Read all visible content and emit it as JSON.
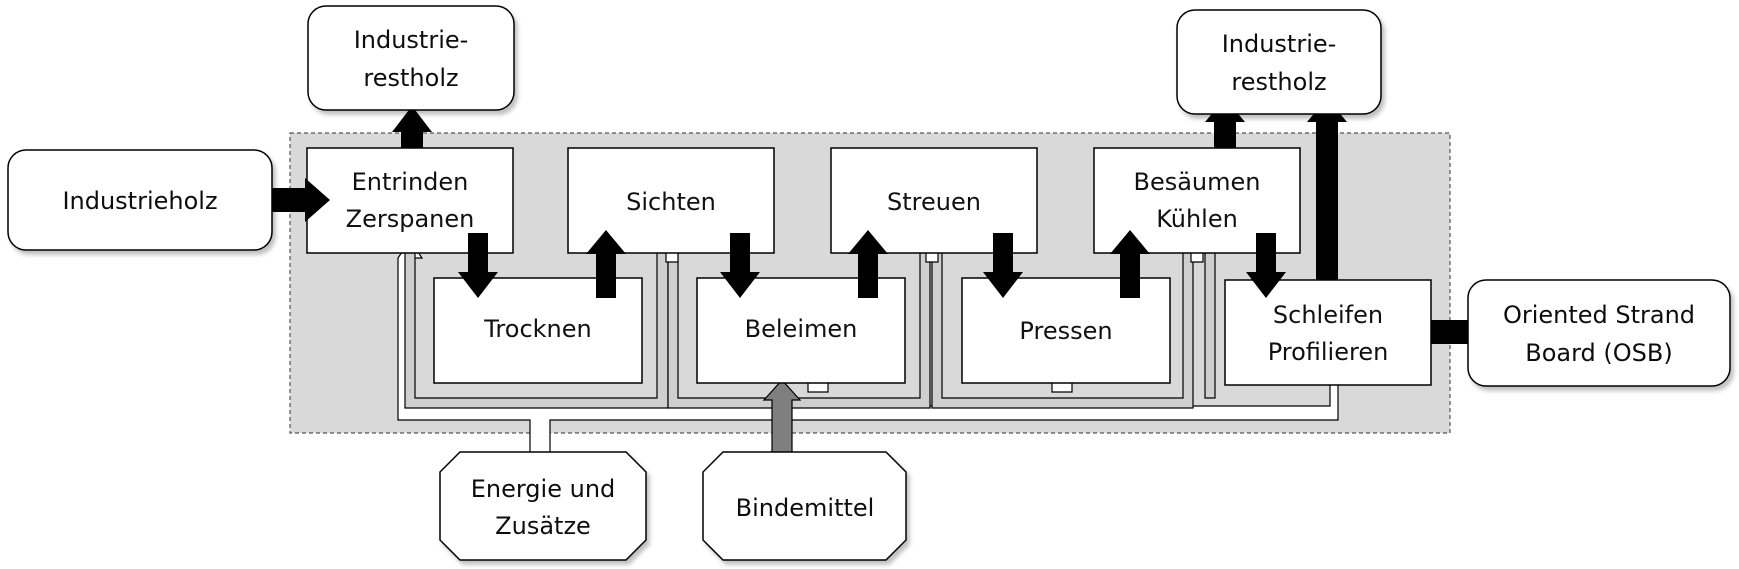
{
  "colors": {
    "panel_fill": "#d9d9d9",
    "panel_border": "#555555",
    "arrow_black": "#000000",
    "arrow_gray": "#7f7f7f",
    "box_fill": "#ffffff"
  },
  "inputs": {
    "industrieholz": "Industrieholz",
    "energie": [
      "Energie und",
      "Zusätze"
    ],
    "bindemittel": "Bindemittel"
  },
  "outputs": {
    "restholz_left": [
      "Industrie-",
      "restholz"
    ],
    "restholz_right": [
      "Industrie-",
      "restholz"
    ],
    "osb": [
      "Oriented Strand",
      "Board (OSB)"
    ]
  },
  "steps": {
    "entrinden": [
      "Entrinden",
      "Zerspanen"
    ],
    "sichten": "Sichten",
    "streuen": "Streuen",
    "besaeumen": [
      "Besäumen",
      "Kühlen"
    ],
    "trocknen": "Trocknen",
    "beleimen": "Beleimen",
    "pressen": "Pressen",
    "schleifen": [
      "Schleifen",
      "Profilieren"
    ]
  }
}
